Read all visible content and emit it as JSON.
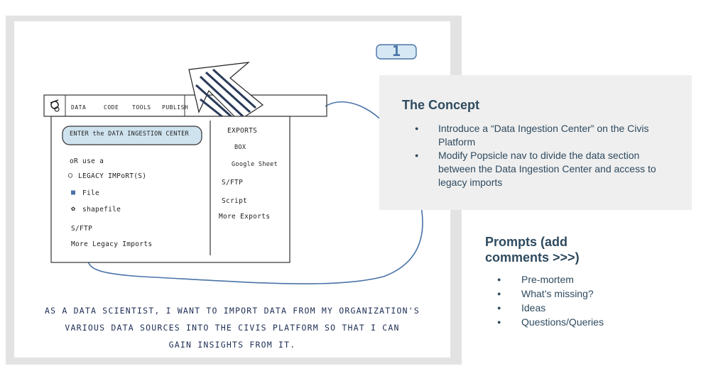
{
  "sketch": {
    "page_badge": "1",
    "nav": {
      "data": "DATA",
      "code": "CODE",
      "tools": "TOOLS",
      "publish": "PUBLISH"
    },
    "dropdown": {
      "enter_button": "ENTER the DATA INGESTION CENTER",
      "or_use": "oR use a",
      "legacy_header": "LEGACY IMPoRT(S)",
      "file": "File",
      "shapefile": "shapefile",
      "sftp": "S/FTP",
      "more_legacy": "More Legacy Imports",
      "exports_header": "EXPORTS",
      "box": "BOX",
      "google_sheet": "Google Sheet",
      "exports_sftp": "S/FTP",
      "script": "Script",
      "more_exports": "More Exports"
    },
    "caption": [
      "AS A DATA SCIENTIST, I WANT TO IMPORT DATA FROM MY ORGANIZATION'S",
      "VARIOUS DATA SOURCES INTO THE CIVIS PLATFORM SO THAT I CAN",
      "GAIN INSIGHTS FROM IT."
    ]
  },
  "concept": {
    "title": "The Concept",
    "bullets": [
      "Introduce a “Data Ingestion Center” on the Civis Platform",
      "Modify Popsicle nav to divide the data section between the Data Ingestion Center and access to legacy imports"
    ]
  },
  "prompts": {
    "title": "Prompts (add comments >>>)",
    "items": [
      "Pre-mortem",
      "What’s missing?",
      "Ideas",
      "Questions/Queries"
    ]
  },
  "colors": {
    "text": "#2e4a5f",
    "panel": "#efefef",
    "sketch_blue": "#4a73a8",
    "highlight": "#cfe3ef"
  }
}
